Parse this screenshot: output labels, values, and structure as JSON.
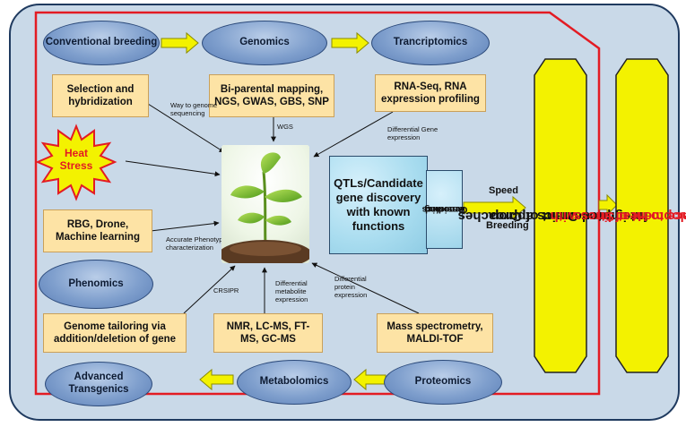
{
  "stages": {
    "conventional_breeding": "Conventional breeding",
    "genomics": "Genomics",
    "transcriptomics": "Trancriptomics",
    "phenomics": "Phenomics",
    "advanced_transgenics": "Advanced Transgenics",
    "metabolomics": "Metabolomics",
    "proteomics": "Proteomics"
  },
  "boxes": {
    "selection": "Selection and hybridization",
    "genomics_tools": "Bi-parental mapping, NGS, GWAS, GBS, SNP",
    "rna": "RNA-Seq, RNA expression profiling",
    "phenomics_tools": "RBG, Drone, Machine learning",
    "genome_tailoring": "Genome tailoring via addition/deletion of gene",
    "metabolomics_tools": "NMR, LC-MS, FT-MS, GC-MS",
    "proteomics_tools": "Mass spectrometry, MALDI-TOF"
  },
  "notes": {
    "way_to_genome": "Way to genome sequencing",
    "wgs": "WGS",
    "differential_gene": "Differential Gene expression",
    "accurate_phenotype": "Accurate Phenotype characterization",
    "crsipr": "CRSIPR",
    "differential_metabolite": "Differential metabolite expression",
    "differential_protein": "Differential protein expression"
  },
  "heat_stress": {
    "line1": "Heat",
    "line2": "Stress"
  },
  "qtl": "QTLs/Candidate gene discovery with known functions",
  "gab": {
    "line1": "Genomics",
    "line2": "Assisted",
    "line3": "Breeding"
  },
  "speed": {
    "line1": "Speed",
    "line2": "Breeding"
  },
  "integrated": {
    "line1": "Integrated Omics approaches",
    "line2": "for improvement of Crop"
  },
  "development": {
    "line1": "Development of lines with",
    "line2": "tolerance to Heat Stress"
  },
  "colors": {
    "accent_red": "#e31b23",
    "arrow_yellow": "#f3f200",
    "oval_blue": "#7f9fcd",
    "box_fill": "#fde3a5",
    "frame_fill": "#c9d9e8"
  },
  "icons": {
    "plant_image": "seedling-in-soil",
    "burst": "heat-starburst"
  }
}
